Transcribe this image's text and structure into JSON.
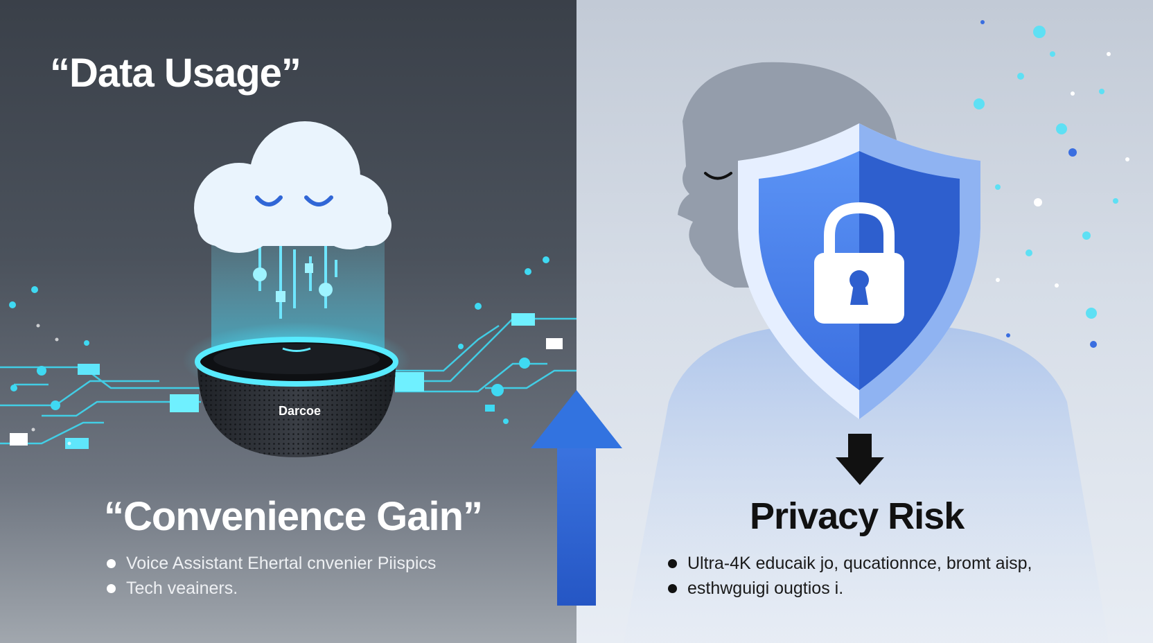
{
  "left": {
    "title": "“Data Usage”",
    "subtitle": "“Convenience Gain”",
    "bullets": [
      "Voice Assistant Ehertal cnvenier Piispics",
      "Tech veainers."
    ],
    "device_label": "Darcoe"
  },
  "right": {
    "title": "Privacy Risk",
    "bullets": [
      "Ultra-4K educaik jo, qucationnce, bromt aisp,",
      "esthwguigi ougtios i."
    ]
  },
  "colors": {
    "accent_cyan": "#38e1f5",
    "shield_blue": "#3f78e6",
    "arrow_blue": "#2f6ad9"
  },
  "icons": [
    "cloud-icon",
    "smart-speaker-icon",
    "shield-icon",
    "padlock-icon",
    "up-arrow-icon",
    "down-arrow-icon",
    "person-silhouette-icon"
  ]
}
